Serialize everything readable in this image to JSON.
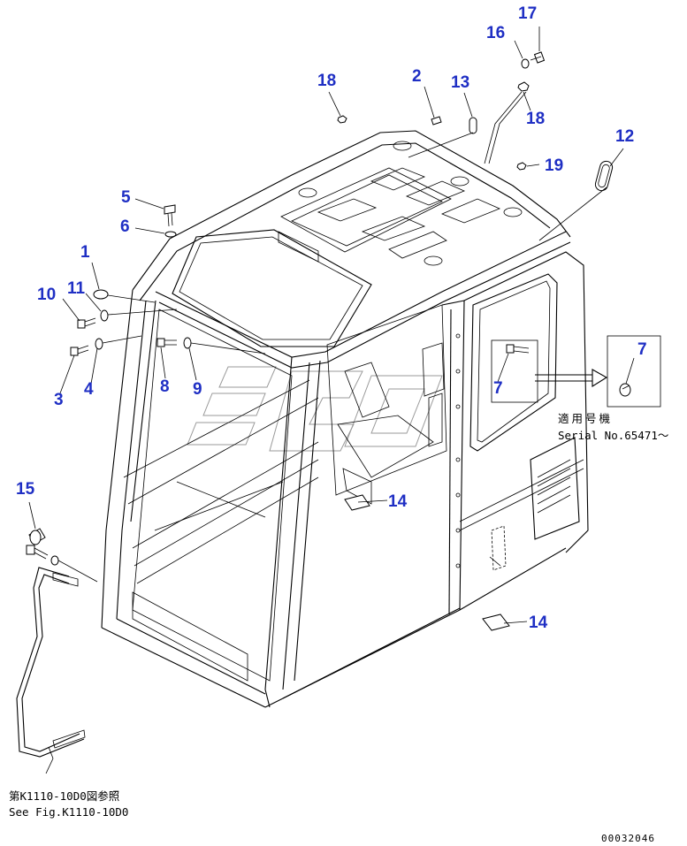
{
  "callouts": [
    {
      "id": "c1",
      "text": "1"
    },
    {
      "id": "c2",
      "text": "2"
    },
    {
      "id": "c3",
      "text": "3"
    },
    {
      "id": "c4",
      "text": "4"
    },
    {
      "id": "c5",
      "text": "5"
    },
    {
      "id": "c6",
      "text": "6"
    },
    {
      "id": "c7a",
      "text": "7"
    },
    {
      "id": "c7b",
      "text": "7"
    },
    {
      "id": "c8",
      "text": "8"
    },
    {
      "id": "c9",
      "text": "9"
    },
    {
      "id": "c10",
      "text": "10"
    },
    {
      "id": "c11",
      "text": "11"
    },
    {
      "id": "c12",
      "text": "12"
    },
    {
      "id": "c13",
      "text": "13"
    },
    {
      "id": "c14a",
      "text": "14"
    },
    {
      "id": "c14b",
      "text": "14"
    },
    {
      "id": "c15",
      "text": "15"
    },
    {
      "id": "c16",
      "text": "16"
    },
    {
      "id": "c17",
      "text": "17"
    },
    {
      "id": "c18a",
      "text": "18"
    },
    {
      "id": "c18b",
      "text": "18"
    },
    {
      "id": "c19",
      "text": "19"
    }
  ],
  "serial_note": {
    "jp": "適用号機",
    "en": "Serial No.65471～"
  },
  "reference_note": {
    "jp": "第K1110-10D0図参照",
    "en": "See Fig.K1110-10D0"
  },
  "drawing_code": "00032046",
  "colors": {
    "callout": "#1f2fc4",
    "line": "#000000",
    "watermark": "#9a9a9a"
  }
}
